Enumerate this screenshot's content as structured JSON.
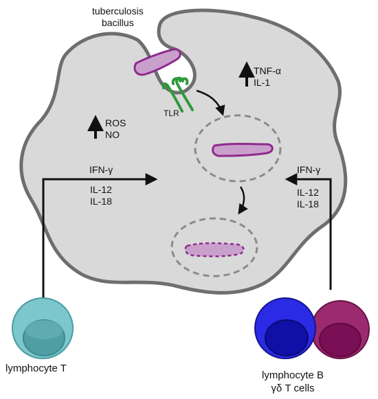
{
  "labels": {
    "pathogen": [
      "tuberculosis",
      "bacillus"
    ],
    "tlr": "TLR",
    "cytokines_up_right": [
      "TNF-α",
      "IL-1"
    ],
    "radicals_up_left": [
      "ROS",
      "NO"
    ],
    "left_signal": {
      "ifn": "IFN-γ",
      "il12": "IL-12",
      "il18": "IL-18"
    },
    "right_signal": {
      "ifn": "IFN-γ",
      "il12": "IL-12",
      "il18": "IL-18"
    },
    "t_cell": "lymphocyte T",
    "b_cell": [
      "lymphocyte B",
      "γδ T cells"
    ]
  },
  "colors": {
    "macrophage_fill": "#d9d9d9",
    "macrophage_stroke": "#6e6e6e",
    "bacillus_fill": "#c9a0cc",
    "bacillus_stroke": "#8e2a8e",
    "tlr": "#2e9b3a",
    "vesicle_stroke": "#8a8a8a",
    "t_cell_outer": "#7cc7cc",
    "t_cell_inner": "#4f9ea4",
    "b_cell_outer": "#2b2be6",
    "b_cell_inner": "#1010a8",
    "gd_cell_outer": "#9b2a6e",
    "gd_cell_inner": "#7a0f55"
  }
}
